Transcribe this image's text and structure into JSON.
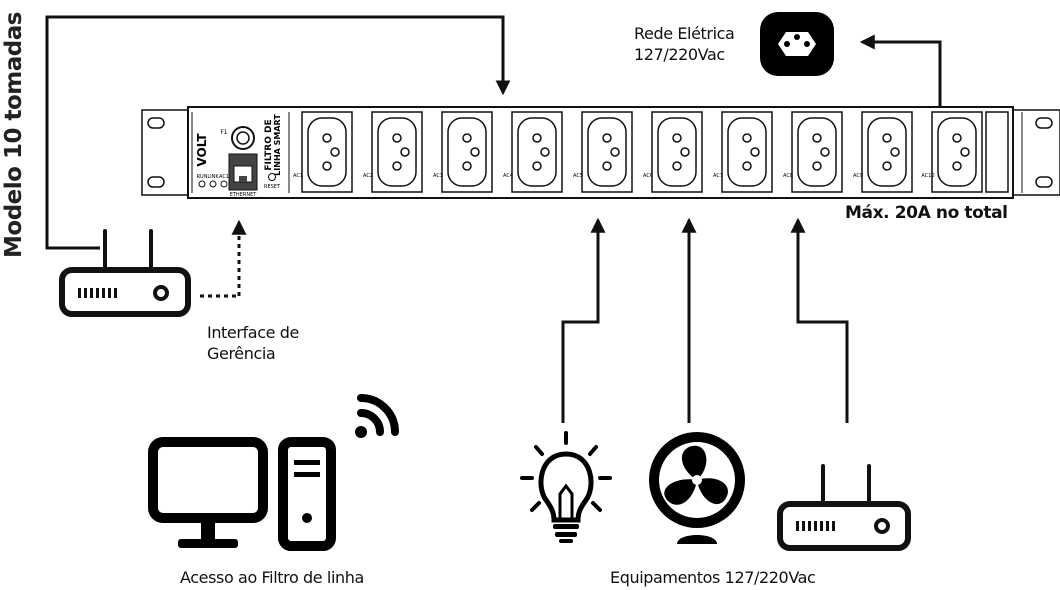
{
  "vertical_title": "Modelo 10 tomadas",
  "power_source": {
    "line1": "Rede Elétrica",
    "line2": "127/220Vac"
  },
  "max_current_note": "Máx. 20A no total",
  "management_label": {
    "line1": "Interface de",
    "line2": "Gerência"
  },
  "computer_caption": "Acesso ao Filtro de linha",
  "equipment_caption": "Equipamentos 127/220Vac",
  "device": {
    "brand": "VOLT",
    "product_line1": "FILTRO DE",
    "product_line2": "LINHA SMART",
    "fuse_label": "F1",
    "leds": [
      "RUN",
      "LINK",
      "AC1"
    ],
    "ethernet_label": "ETHERNET",
    "reset_label": "RESET",
    "outlets": [
      "AC1",
      "AC2",
      "AC3",
      "AC4",
      "AC5",
      "AC6",
      "AC7",
      "AC8",
      "AC9",
      "AC10"
    ]
  }
}
